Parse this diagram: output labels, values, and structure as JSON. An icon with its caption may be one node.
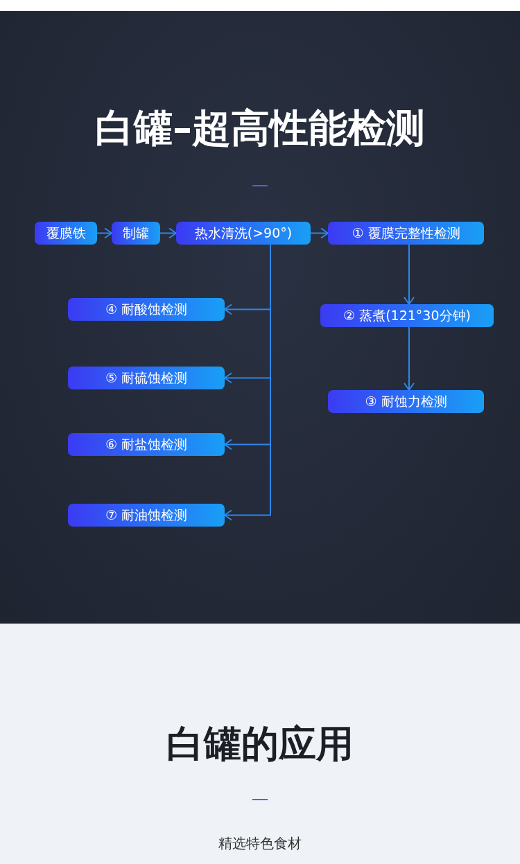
{
  "diagram": {
    "title": "白罐–超高性能检测",
    "nodes": [
      {
        "text": [
          "覆膜铁"
        ]
      },
      {
        "text": [
          "制罐"
        ]
      },
      {
        "text": [
          "热水清洗(>90°)"
        ]
      },
      {
        "text": [
          "① 覆膜完整性检测"
        ]
      },
      {
        "text": [
          "② 蒸煮(121°30分钟)"
        ]
      },
      {
        "text": [
          "③ 耐蚀力检测"
        ]
      },
      {
        "text": [
          "④ 耐酸蚀检测"
        ]
      },
      {
        "text": [
          "⑤ 耐硫蚀检测"
        ]
      },
      {
        "text": [
          "⑥ 耐盐蚀检测"
        ]
      },
      {
        "text": [
          "⑦ 耐油蚀检测"
        ]
      }
    ],
    "edges": [
      {
        "from": 0,
        "to": 1,
        "arrow": "to"
      },
      {
        "from": 1,
        "to": 2,
        "arrow": "to"
      },
      {
        "from": 2,
        "to": 3,
        "arrow": "to"
      },
      {
        "from": 3,
        "to": 4,
        "arrow": "to"
      },
      {
        "from": 4,
        "to": 5,
        "arrow": "to"
      },
      {
        "from": 2,
        "to": 6,
        "arrow": "to"
      },
      {
        "from": 2,
        "to": 7,
        "arrow": "to"
      },
      {
        "from": 2,
        "to": 8,
        "arrow": "to"
      },
      {
        "from": 2,
        "to": 9,
        "arrow": "to"
      }
    ],
    "labels": [
      "白罐的应用",
      "精选特色食材"
    ]
  }
}
